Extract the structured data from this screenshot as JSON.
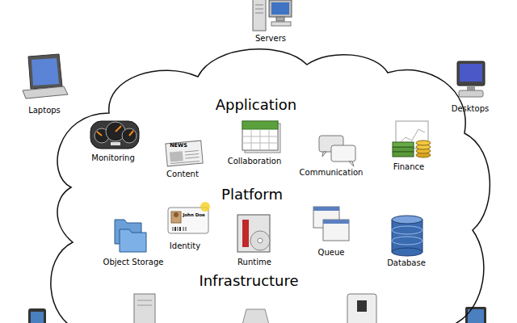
{
  "diagram": {
    "nodes": [
      {
        "text": [
          "Servers"
        ]
      },
      {
        "text": [
          "Laptops"
        ]
      },
      {
        "text": [
          "Desktops"
        ]
      },
      {
        "text": [
          "Application",
          "Platform",
          "Infrastructure"
        ]
      },
      {
        "text": [
          "Monitoring"
        ],
        "in": 3
      },
      {
        "text": [
          "NEWS",
          "Content"
        ],
        "in": 3
      },
      {
        "text": [
          "Collaboration"
        ],
        "in": 3
      },
      {
        "text": [
          "Communication"
        ],
        "in": 3
      },
      {
        "text": [
          "Finance"
        ],
        "in": 3
      },
      {
        "text": [
          "Object Storage"
        ],
        "in": 3
      },
      {
        "text": [
          "John Doe",
          "Identity"
        ],
        "in": 3
      },
      {
        "text": [
          "Runtime"
        ],
        "in": 3
      },
      {
        "text": [
          "Queue"
        ],
        "in": 3
      },
      {
        "text": [
          "Database"
        ],
        "in": 3
      }
    ]
  }
}
